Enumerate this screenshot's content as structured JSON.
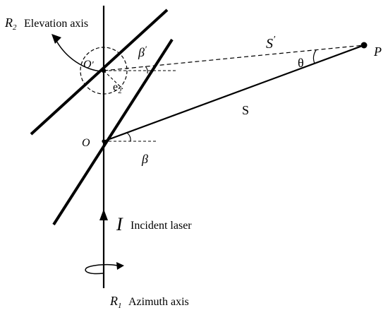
{
  "labels": {
    "r2_letter": "R",
    "r2_sub": "2",
    "elevation_axis": "Elevation axis",
    "o_prime": "O",
    "o_prime_mark": "′",
    "beta_prime": "β",
    "beta_prime_mark": "′",
    "e_letter": "e",
    "e_sub": "2",
    "o": "O",
    "beta": "β",
    "s_prime": "S",
    "s_prime_mark": "′",
    "theta": "θ",
    "p": "P",
    "s": "S",
    "i": "I",
    "incident_laser": "Incident laser",
    "r1_letter": "R",
    "r1_sub": "1",
    "azimuth_axis": "Azimuth axis"
  },
  "colors": {
    "stroke": "#000000",
    "background": "#ffffff"
  }
}
